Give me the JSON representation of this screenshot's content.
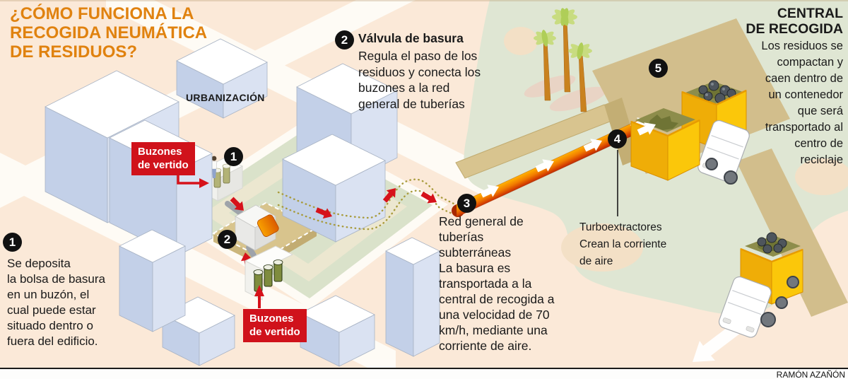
{
  "header": {
    "title": "¿CÓMO FUNCIONA LA\nRECOGIDA NEUMÁTICA\nDE RESIDUOS?"
  },
  "labels": {
    "urbanizacion": "URBANIZACIÓN",
    "bin_top": "Buzones\nde vertido",
    "bin_bottom": "Buzones\nde vertido"
  },
  "steps": [
    {
      "number": "1",
      "heading": "",
      "text": "Se deposita\nla bolsa de basura\nen un buzón, el\ncual puede estar\nsituado dentro o\nfuera del edificio."
    },
    {
      "number": "2",
      "heading": "Válvula de basura",
      "text": "Regula el paso de los\nresiduos y conecta los\nbuzones a la red\ngeneral de tuberías"
    },
    {
      "number": "3",
      "heading": "",
      "text": "Red general de\ntuberías\nsubterráneas\nLa basura es\ntransportada a la\ncentral de recogida a\nuna velocidad de 70\nkm/h, mediante una\ncorriente de aire."
    },
    {
      "number": "4",
      "heading": "",
      "text": "Turboextractores\nCrean la corriente\nde aire"
    },
    {
      "number": "5",
      "heading": "CENTRAL\nDE RECOGIDA",
      "text": "Los residuos se\ncompactan y\ncaen dentro de\nun contenedor\nque será\ntransportado al\ncentro de\nreciclaje"
    }
  ],
  "credit": "RAMÓN AZAÑÓN",
  "colors": {
    "accent_orange": "#E0820F",
    "label_red": "#D0121B",
    "pipe_orange": "#F27D00",
    "container_yellow": "#FBC70A",
    "park_green": "#DFE6D3",
    "background_peach": "#FBE9D8"
  }
}
